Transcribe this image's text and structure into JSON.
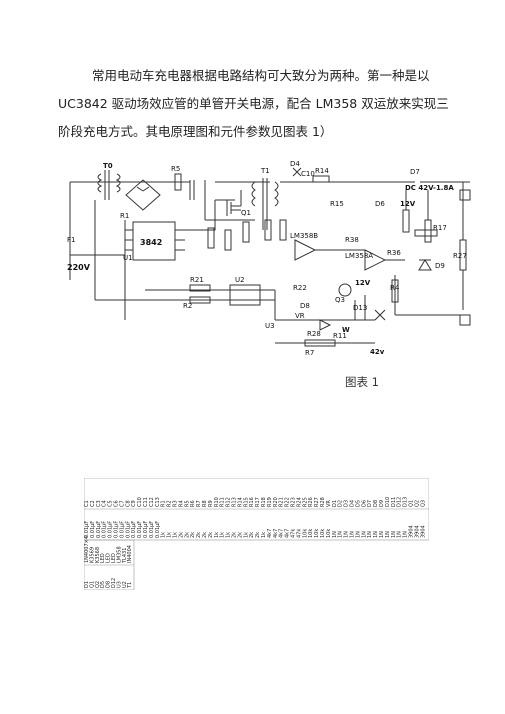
{
  "intro": {
    "line1": "常用电动车充电器根据电路结构可大致分为两种。第一种是以",
    "line2": "UC3842 驱动场效应管的单管开关电源，配合 LM358 双运放来实现三",
    "line3": "阶段充电方式。其电原理图和元件参数见图表      1）"
  },
  "figure": {
    "caption": "图表   1",
    "schematic_labels": {
      "transformer_t0": "T0",
      "transformer_t1": "T1",
      "input_voltage": "220V",
      "fuse": "F1",
      "output": "DC 42V-1.8A",
      "ic_pwm": "3842",
      "opamp_a": "LM358B",
      "opamp_b": "LM358A",
      "rail_12v": "12V",
      "rail_12v_b": "12V",
      "rail_42v": "42v",
      "diode_d7": "D7",
      "diode_d4": "D4",
      "diode_d6": "D6",
      "diode_d9": "D9",
      "fet_q1": "Q1",
      "q3": "Q3",
      "u2": "U2",
      "u3": "U3",
      "u1": "U1",
      "c10": "C10",
      "r14": "R14",
      "r15": "R15",
      "r17": "R17",
      "r27": "R27",
      "r36": "R36",
      "r38": "R38",
      "r28": "R28",
      "r7": "R7",
      "r11": "R11",
      "r5": "R5",
      "r1": "R1",
      "r21": "R21",
      "r2": "R2",
      "r22": "R22",
      "r4": "R4",
      "d8": "D8",
      "d13": "D13",
      "vr": "VR",
      "w": "W"
    }
  },
  "bom": {
    "col1": [
      "C1",
      "C2",
      "C3",
      "C4",
      "C5",
      "C6",
      "C7",
      "C8",
      "C9",
      "C10",
      "C11",
      "C12",
      "C13",
      "R1",
      "R2",
      "R3",
      "R4",
      "R5",
      "R6",
      "R7",
      "R8",
      "R9",
      "R10",
      "R11",
      "R12",
      "R13",
      "R14",
      "R15",
      "R16",
      "R17",
      "R18",
      "R19",
      "R20",
      "R21",
      "R22",
      "R23",
      "R24",
      "R25",
      "R26",
      "R27",
      "R28",
      "VR",
      "D1",
      "D2",
      "D3",
      "D4",
      "D5",
      "D6",
      "D7",
      "D8",
      "D9",
      "D10",
      "D11",
      "D12",
      "D13",
      "Q1",
      "Q2",
      "Q3"
    ],
    "col2": [
      "0.01μF",
      "0.01μF",
      "0.01μF",
      "0.01μF",
      "0.01μF",
      "0.01μF",
      "0.01μF",
      "0.01μF",
      "0.01μF",
      "0.01μF",
      "0.01μF",
      "0.01μF",
      "0.01μF",
      "1k",
      "1k",
      "1k",
      "2k",
      "2k",
      "2k",
      "2k",
      "2k",
      "2k",
      "1k",
      "1k",
      "1k",
      "2k",
      "2k",
      "1k",
      "2k",
      "2k",
      "1k",
      "4k7",
      "4k7",
      "4k7",
      "4k7",
      "47k",
      "47k",
      "10k",
      "10k",
      "10k",
      "10k",
      "10k",
      "1N",
      "1N",
      "1N",
      "1N",
      "1N",
      "1N",
      "1N",
      "1N",
      "1N",
      "1N",
      "1N",
      "1N",
      "1N",
      "3904",
      "3904",
      "3904"
    ],
    "col3": [
      "1N4007×4",
      "K3569",
      "K3568",
      "LED",
      "LED",
      "LED",
      "LM358",
      "TL431",
      "IN4004"
    ],
    "col4": [
      "D1",
      "Q1",
      "Q2",
      "D5",
      "D8",
      "D12",
      "U3",
      "U2",
      "T1"
    ]
  }
}
